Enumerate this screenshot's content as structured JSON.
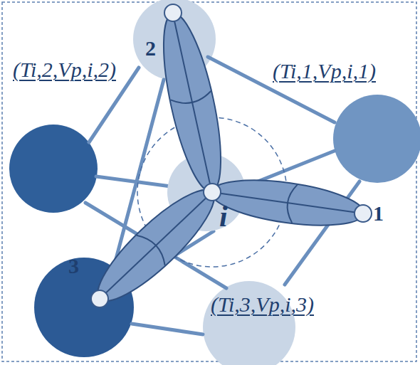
{
  "diagram": {
    "nodes": [
      {
        "text": [
          "i"
        ]
      }
    ],
    "labels": [
      "(Ti,2,Vp,i,2)",
      "(Ti,1,Vp,i,1)",
      "2",
      "1",
      "3",
      "(Ti,3,Vp,i,3)"
    ]
  }
}
